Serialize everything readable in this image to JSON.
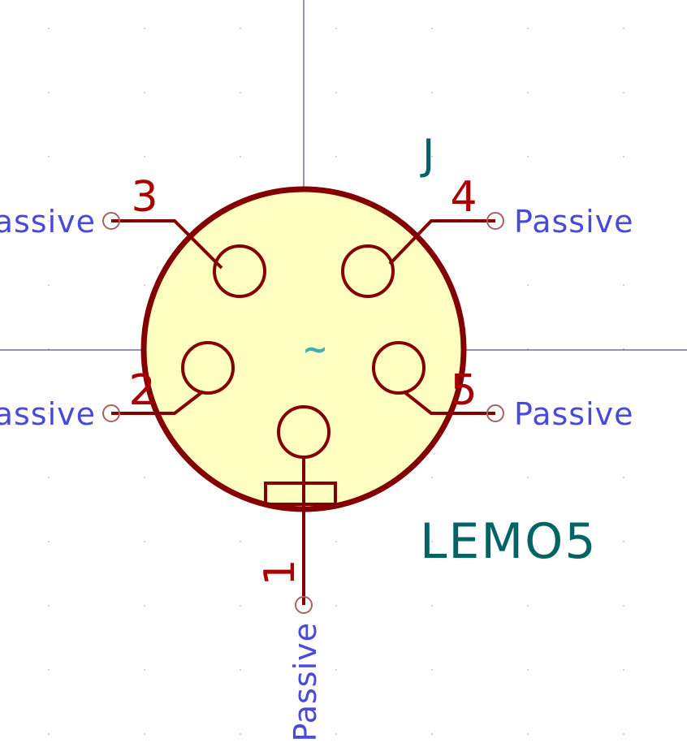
{
  "colors": {
    "background": "#ffffff",
    "axis": "#2a2a6e",
    "body_fill": "#ffffc2",
    "body_stroke": "#840000",
    "pin": "#840000",
    "pin_number": "#a90000",
    "pin_type": "#4a4ad8",
    "pin_end": "#a86060",
    "ref": "#006464",
    "value": "#006464",
    "center_mark": "#40b0b0",
    "grid_dot": "#c8c8c8"
  },
  "symbol": {
    "reference": "J",
    "value": "LEMO5",
    "center_mark": "~"
  },
  "pins": [
    {
      "number": "1",
      "type": "Passive"
    },
    {
      "number": "2",
      "type": "Passive"
    },
    {
      "number": "3",
      "type": "Passive"
    },
    {
      "number": "4",
      "type": "Passive"
    },
    {
      "number": "5",
      "type": "Passive"
    }
  ]
}
